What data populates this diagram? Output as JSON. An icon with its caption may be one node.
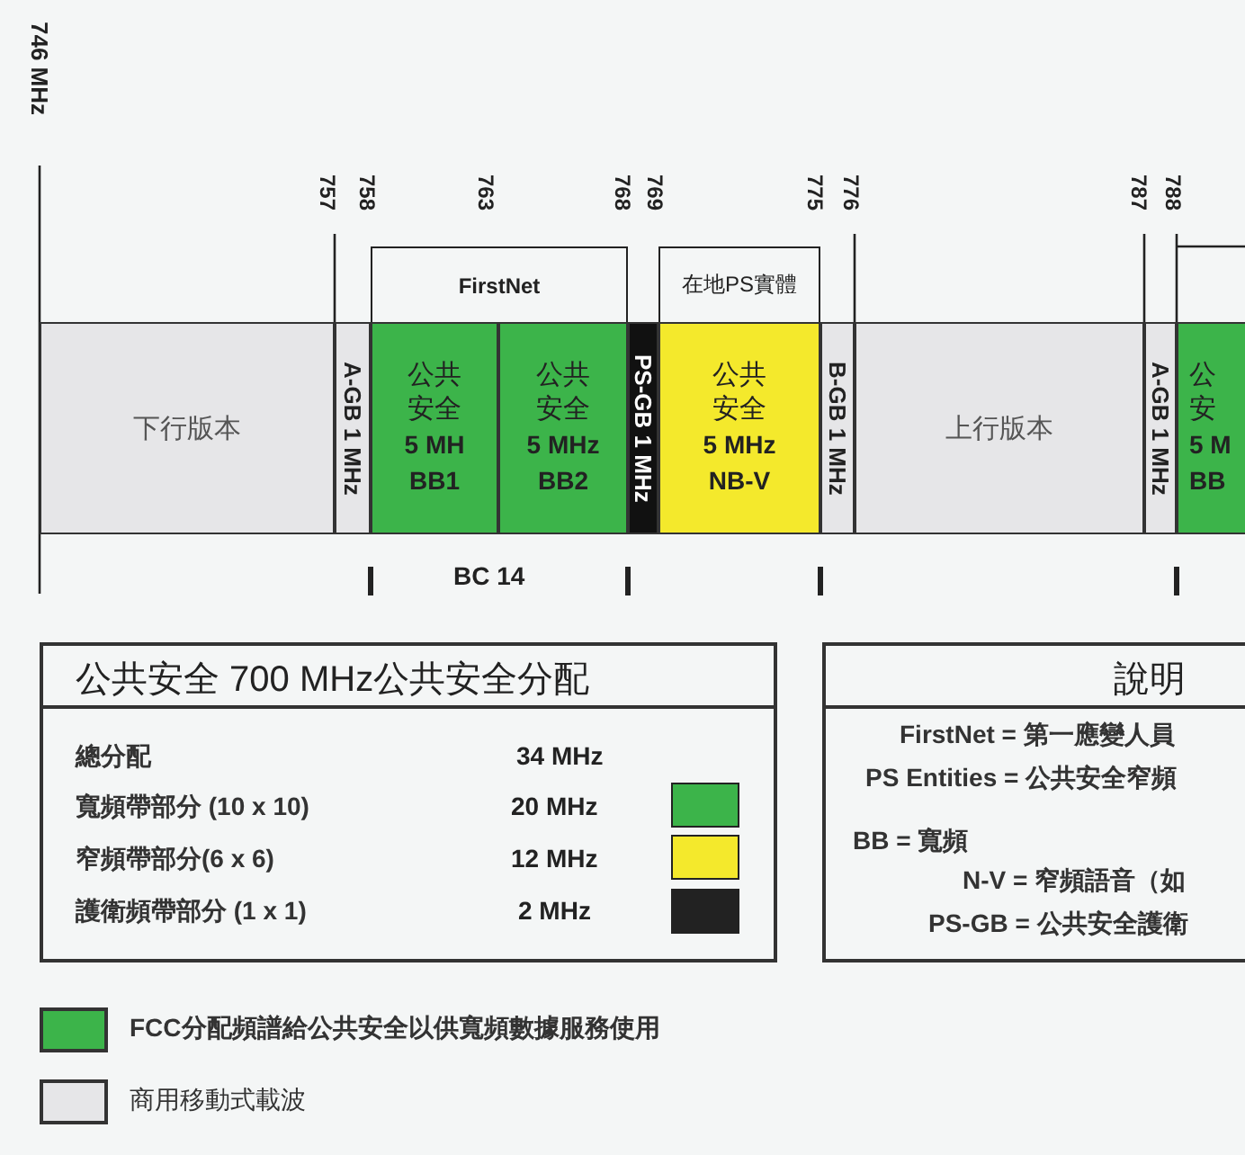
{
  "diagram": {
    "nodes": [
      {
        "text": [
          "下行版本"
        ]
      },
      {
        "text": [
          "A-GB 1 MHz"
        ]
      },
      {
        "text": [
          "公共安全",
          "5 MH",
          "BB1"
        ]
      },
      {
        "text": [
          "公共安全",
          "5 MHz",
          "BB2"
        ]
      },
      {
        "text": [
          "PS-GB 1 MHz"
        ]
      },
      {
        "text": [
          "公共安全",
          "5 MHz",
          "NB-V"
        ]
      },
      {
        "text": [
          "B-GB 1 MHz"
        ]
      },
      {
        "text": [
          "上行版本"
        ]
      },
      {
        "text": [
          "A-GB 1 MHz"
        ]
      },
      {
        "text": [
          "公",
          "安",
          "5 M",
          "BB"
        ]
      },
      {
        "text": [
          "FirstNet"
        ]
      },
      {
        "text": [
          "在地PS實體"
        ]
      },
      {
        "text": [
          "公共安全 700 MHz公共安全分配"
        ]
      },
      {
        "text": [
          "說明"
        ]
      }
    ],
    "labels": [
      "746 MHz",
      "757",
      "758",
      "763",
      "768",
      "769",
      "775",
      "776",
      "787",
      "788",
      "BC 14",
      "總分配",
      "34 MHz",
      "寬頻帶部分 (10 x 10)",
      "20 MHz",
      "窄頻帶部分(6 x 6)",
      "12 MHz",
      "護衛頻帶部分 (1 x 1)",
      "2 MHz",
      "FirstNet = 第一應變人員",
      "PS Entities = 公共安全窄頻",
      "BB = 寬頻",
      "N-V = 窄頻語音（如",
      "PS-GB = 公共安全護衛"
    ],
    "legend": [
      {
        "text": "FCC分配頻譜給公共安全以供寬頻數據服務使用",
        "color": "#3cb44a"
      },
      {
        "text": "商用移動式載波",
        "color": "#e6e6e8"
      }
    ]
  }
}
